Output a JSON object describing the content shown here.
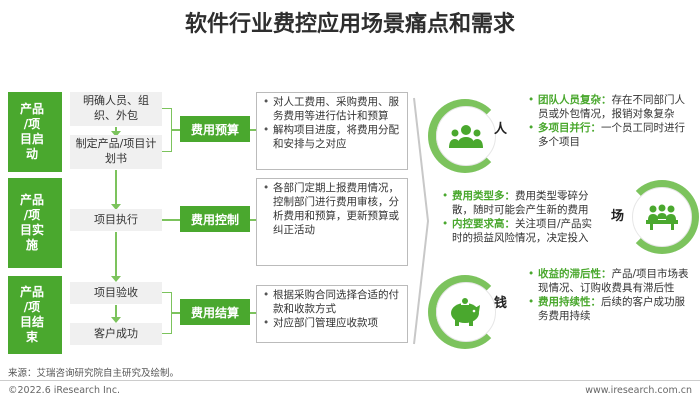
{
  "title": "软件行业费控应用场景痛点和需求",
  "stages": [
    {
      "lines": [
        "产品",
        "/项",
        "目启",
        "动"
      ]
    },
    {
      "lines": [
        "产品",
        "/项",
        "目实",
        "施"
      ]
    },
    {
      "lines": [
        "产品",
        "/项",
        "目结",
        "束"
      ]
    }
  ],
  "steps": [
    "明确人员、组织、外包",
    "制定产品/项目计划书",
    "项目执行",
    "项目验收",
    "客户成功"
  ],
  "costs": [
    "费用预算",
    "费用控制",
    "费用结算"
  ],
  "details": [
    [
      "对人工费用、采购费用、服务费用等进行估计和预算",
      "解构项目进度，将费用分配和安排与之对应"
    ],
    [
      "各部门定期上报费用情况，控制部门进行费用审核，分析费用和预算，更新预算或纠正活动"
    ],
    [
      "根据采购合同选择合适的付款和收款方式",
      "对应部门管理应收款项"
    ]
  ],
  "tags": [
    "人",
    "场",
    "钱"
  ],
  "pains": [
    [
      {
        "hl": "团队人员复杂：",
        "text": "存在不同部门人员或外包情况，报销对象复杂"
      },
      {
        "hl": "多项目并行：",
        "text": "一个员工同时进行多个项目"
      }
    ],
    [
      {
        "hl": "费用类型多：",
        "text": "费用类型零碎分散，随时可能会产生新的费用"
      },
      {
        "hl": "内控要求高：",
        "text": "关注项目/产品实时的损益风险情况，决定投入"
      }
    ],
    [
      {
        "hl": "收益的滞后性：",
        "text": "产品/项目市场表现情况、订购收费具有滞后性"
      },
      {
        "hl": "费用持续性：",
        "text": "后续的客户成功服务费用持续"
      }
    ]
  ],
  "source": "来源：艾瑞咨询研究院自主研究及绘制。",
  "footer_left": "©2022.6 iResearch Inc.",
  "footer_right": "www.iresearch.com.cn",
  "colors": {
    "accent": "#4aa82e",
    "light_accent": "#7cc35d",
    "step_bg": "#f0f0f0"
  },
  "icons": [
    "people-group-icon",
    "meeting-table-icon",
    "piggy-bank-icon"
  ]
}
